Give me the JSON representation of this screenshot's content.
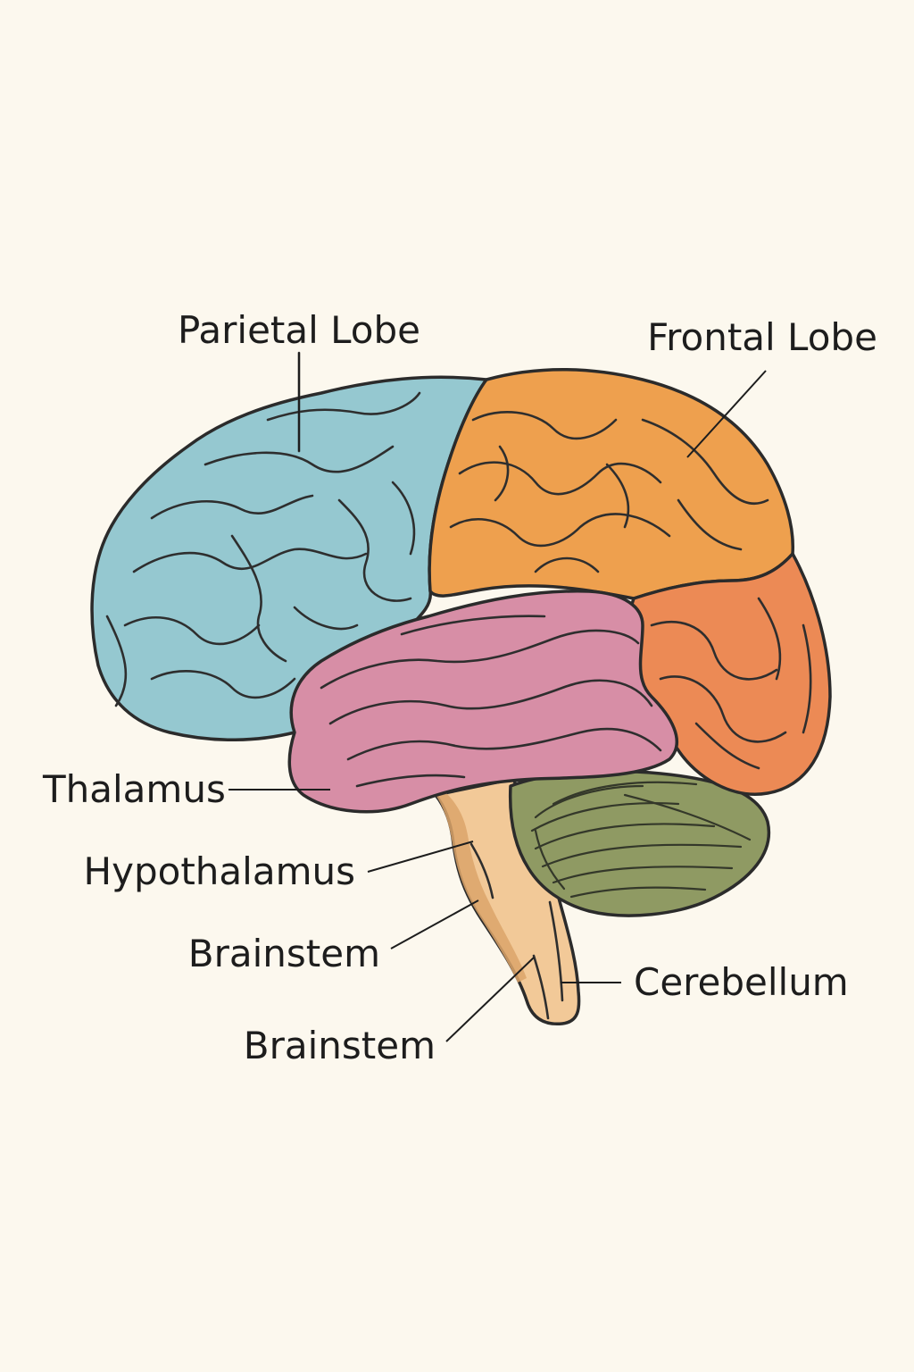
{
  "labels": {
    "parietal": "Parietal Lobe",
    "frontal": "Frontal Lobe",
    "thalamus": "Thalamus",
    "hypothalamus": "Hypothalamus",
    "brainstem_upper": "Brainstem",
    "brainstem_lower": "Brainstem",
    "cerebellum": "Cerebellum"
  },
  "colors": {
    "background": "#fcf8ee",
    "parietal": "#95c8d0",
    "frontal": "#eea04e",
    "frontal_lower": "#ec8a55",
    "temporal": "#d78ea6",
    "cerebellum": "#8f9a63",
    "brainstem": "#f2c998",
    "brainstem_shade": "#dca56a",
    "outline": "#2b2b2b",
    "text": "#1d1d1d"
  }
}
